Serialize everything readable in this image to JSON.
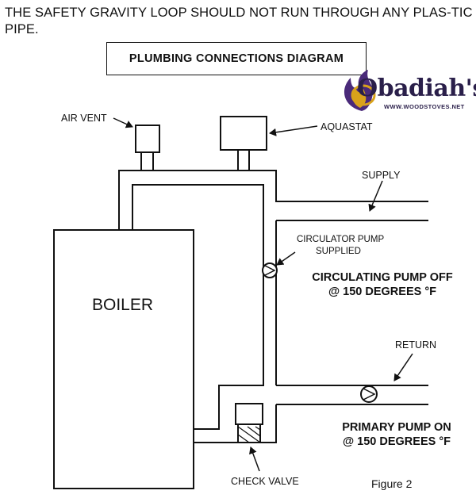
{
  "note": "THE SAFETY GRAVITY LOOP SHOULD NOT RUN THROUGH ANY PLAS-TIC PIPE.",
  "title": "PLUMBING CONNECTIONS DIAGRAM",
  "logo": {
    "name": "Obadiah's",
    "url": "WWW.WOODSTOVES.NET"
  },
  "labels": {
    "air_vent": "AIR VENT",
    "aquastat": "AQUASTAT",
    "supply": "SUPPLY",
    "circulator_pump": "CIRCULATOR PUMP",
    "supplied": "SUPPLIED",
    "boiler": "BOILER",
    "return": "RETURN",
    "check_valve": "CHECK VALVE"
  },
  "notes": {
    "circulating_pump_line1": "CIRCULATING PUMP OFF",
    "circulating_pump_line2": "@ 150 DEGREES °F",
    "primary_pump_line1": "PRIMARY PUMP ON",
    "primary_pump_line2": "@ 150 DEGREES °F"
  },
  "figure": "Figure 2"
}
